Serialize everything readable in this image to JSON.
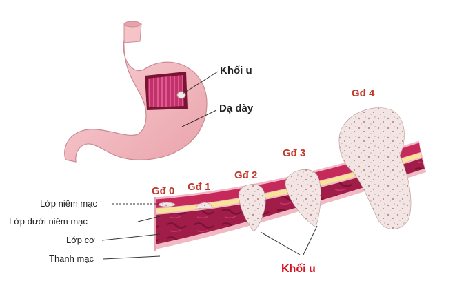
{
  "stomach_labels": {
    "tumor": "Khối u",
    "stomach": "Dạ dày"
  },
  "stages": [
    {
      "label": "Gđ 0",
      "color": "#c0392b"
    },
    {
      "label": "Gđ 1",
      "color": "#c0392b"
    },
    {
      "label": "Gđ 2",
      "color": "#c0392b"
    },
    {
      "label": "Gđ 3",
      "color": "#c0392b"
    },
    {
      "label": "Gđ 4",
      "color": "#c0392b"
    }
  ],
  "layers": {
    "mucosa": "Lớp niêm mạc",
    "submucosa": "Lớp dưới niêm mạc",
    "muscle": "Lớp cơ",
    "serosa": "Thanh mạc"
  },
  "tumor_label": {
    "text": "Khối u",
    "color": "#d6141f"
  }
}
